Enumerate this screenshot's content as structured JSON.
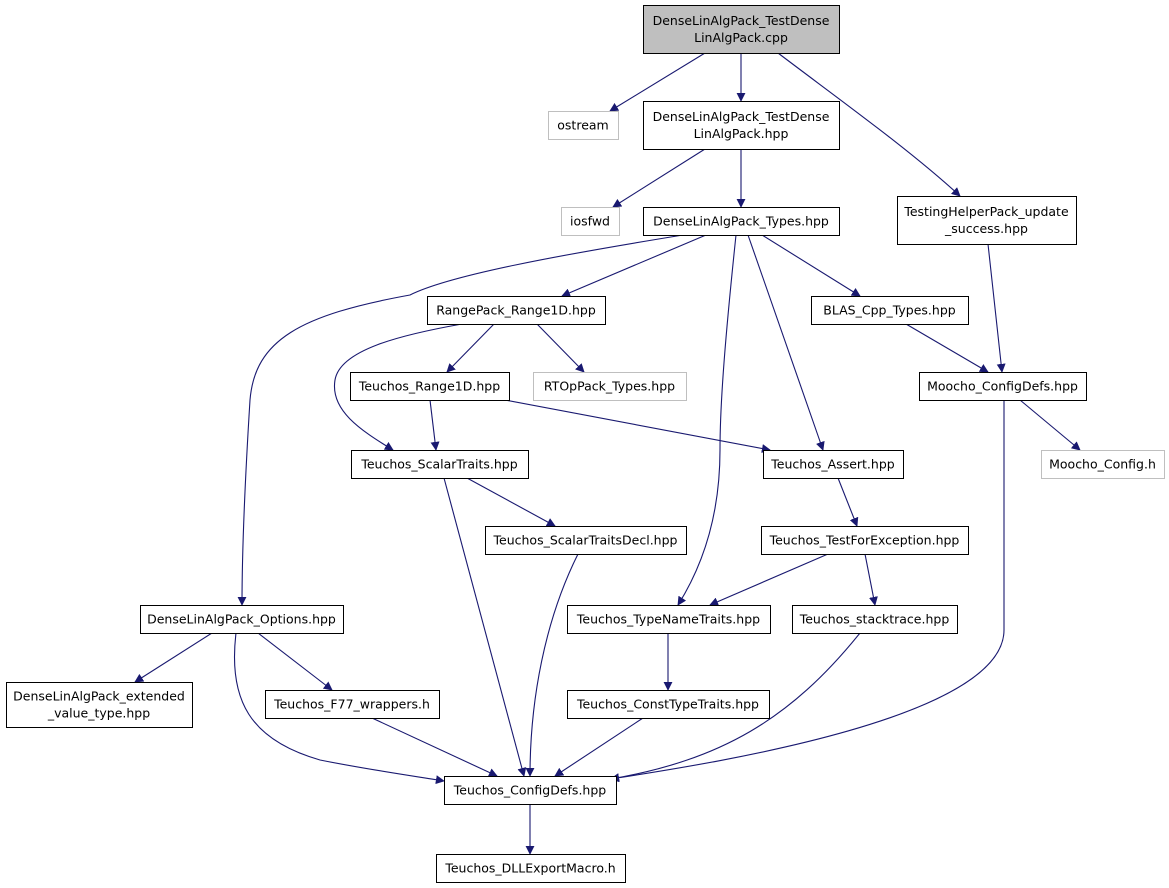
{
  "colors": {
    "edge": "#191970",
    "node_border": "#000000",
    "external_border": "#bfbfbf",
    "root_fill": "#bfbfbf",
    "node_fill": "#ffffff",
    "text": "#000000"
  },
  "nodes": [
    {
      "id": "root",
      "kind": "root",
      "lines": [
        "DenseLinAlgPack_TestDense",
        "LinAlgPack.cpp"
      ]
    },
    {
      "id": "ostream",
      "kind": "external",
      "lines": [
        "ostream"
      ]
    },
    {
      "id": "testhpp",
      "kind": "file",
      "lines": [
        "DenseLinAlgPack_TestDense",
        "LinAlgPack.hpp"
      ]
    },
    {
      "id": "testinghelper",
      "kind": "file",
      "lines": [
        "TestingHelperPack_update",
        "_success.hpp"
      ]
    },
    {
      "id": "iosfwd",
      "kind": "external",
      "lines": [
        "iosfwd"
      ]
    },
    {
      "id": "types",
      "kind": "file",
      "lines": [
        "DenseLinAlgPack_Types.hpp"
      ]
    },
    {
      "id": "range1d",
      "kind": "file",
      "lines": [
        "RangePack_Range1D.hpp"
      ]
    },
    {
      "id": "blas",
      "kind": "file",
      "lines": [
        "BLAS_Cpp_Types.hpp"
      ]
    },
    {
      "id": "trange1d",
      "kind": "file",
      "lines": [
        "Teuchos_Range1D.hpp"
      ]
    },
    {
      "id": "rtop",
      "kind": "external",
      "lines": [
        "RTOpPack_Types.hpp"
      ]
    },
    {
      "id": "moochocfg",
      "kind": "file",
      "lines": [
        "Moocho_ConfigDefs.hpp"
      ]
    },
    {
      "id": "scalartraits",
      "kind": "file",
      "lines": [
        "Teuchos_ScalarTraits.hpp"
      ]
    },
    {
      "id": "assert",
      "kind": "file",
      "lines": [
        "Teuchos_Assert.hpp"
      ]
    },
    {
      "id": "moochoconfigh",
      "kind": "external",
      "lines": [
        "Moocho_Config.h"
      ]
    },
    {
      "id": "scalardecl",
      "kind": "file",
      "lines": [
        "Teuchos_ScalarTraitsDecl.hpp"
      ]
    },
    {
      "id": "testforexc",
      "kind": "file",
      "lines": [
        "Teuchos_TestForException.hpp"
      ]
    },
    {
      "id": "options",
      "kind": "file",
      "lines": [
        "DenseLinAlgPack_Options.hpp"
      ]
    },
    {
      "id": "typename",
      "kind": "file",
      "lines": [
        "Teuchos_TypeNameTraits.hpp"
      ]
    },
    {
      "id": "stacktrace",
      "kind": "file",
      "lines": [
        "Teuchos_stacktrace.hpp"
      ]
    },
    {
      "id": "extended",
      "kind": "file",
      "lines": [
        "DenseLinAlgPack_extended",
        "_value_type.hpp"
      ]
    },
    {
      "id": "f77",
      "kind": "file",
      "lines": [
        "Teuchos_F77_wrappers.h"
      ]
    },
    {
      "id": "consttype",
      "kind": "file",
      "lines": [
        "Teuchos_ConstTypeTraits.hpp"
      ]
    },
    {
      "id": "tconfigdefs",
      "kind": "file",
      "lines": [
        "Teuchos_ConfigDefs.hpp"
      ]
    },
    {
      "id": "dllexport",
      "kind": "file",
      "lines": [
        "Teuchos_DLLExportMacro.h"
      ]
    }
  ],
  "edges": [
    {
      "from": "root",
      "to": "ostream"
    },
    {
      "from": "root",
      "to": "testhpp"
    },
    {
      "from": "root",
      "to": "testinghelper"
    },
    {
      "from": "testhpp",
      "to": "iosfwd"
    },
    {
      "from": "testhpp",
      "to": "types"
    },
    {
      "from": "types",
      "to": "options"
    },
    {
      "from": "types",
      "to": "range1d"
    },
    {
      "from": "types",
      "to": "typename"
    },
    {
      "from": "types",
      "to": "assert"
    },
    {
      "from": "types",
      "to": "blas"
    },
    {
      "from": "range1d",
      "to": "scalartraits"
    },
    {
      "from": "range1d",
      "to": "trange1d"
    },
    {
      "from": "range1d",
      "to": "rtop"
    },
    {
      "from": "trange1d",
      "to": "scalartraits"
    },
    {
      "from": "trange1d",
      "to": "assert"
    },
    {
      "from": "blas",
      "to": "moochocfg"
    },
    {
      "from": "testinghelper",
      "to": "moochocfg"
    },
    {
      "from": "moochocfg",
      "to": "moochoconfigh"
    },
    {
      "from": "moochocfg",
      "to": "tconfigdefs"
    },
    {
      "from": "scalartraits",
      "to": "scalardecl"
    },
    {
      "from": "scalartraits",
      "to": "tconfigdefs"
    },
    {
      "from": "scalardecl",
      "to": "tconfigdefs"
    },
    {
      "from": "assert",
      "to": "testforexc"
    },
    {
      "from": "testforexc",
      "to": "typename"
    },
    {
      "from": "testforexc",
      "to": "stacktrace"
    },
    {
      "from": "typename",
      "to": "consttype"
    },
    {
      "from": "consttype",
      "to": "tconfigdefs"
    },
    {
      "from": "stacktrace",
      "to": "tconfigdefs"
    },
    {
      "from": "options",
      "to": "extended"
    },
    {
      "from": "options",
      "to": "f77"
    },
    {
      "from": "options",
      "to": "tconfigdefs"
    },
    {
      "from": "f77",
      "to": "tconfigdefs"
    },
    {
      "from": "tconfigdefs",
      "to": "dllexport"
    }
  ]
}
